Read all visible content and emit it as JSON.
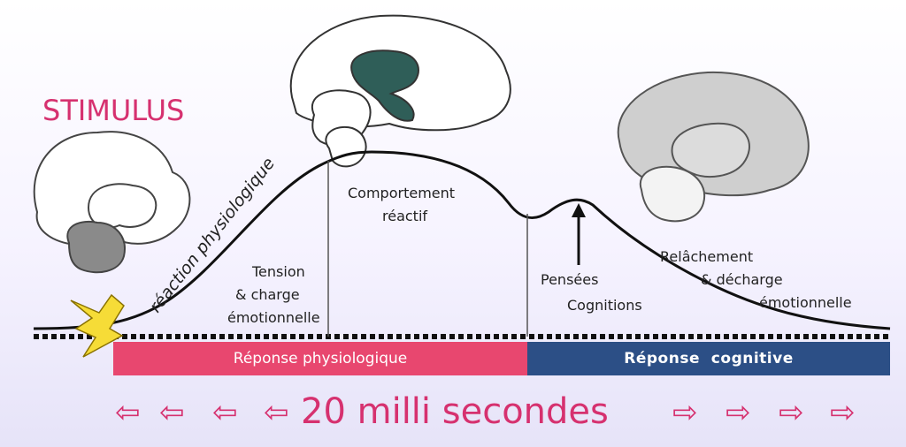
{
  "stimulus_label": "STIMULUS",
  "curve_label": "réaction physiologique",
  "phase1": {
    "line1": "Tension",
    "line2": "& charge",
    "line3": "émotionnelle"
  },
  "phase2": {
    "line1": "Comportement",
    "line2": "réactif"
  },
  "phase3": {
    "line1": "Pensées",
    "line2": "Cognitions"
  },
  "phase4": {
    "line1": "Relâchement",
    "line2": "& décharge",
    "line3": "émotionnelle"
  },
  "bars": {
    "physiological": "Réponse physiologique",
    "cognitive": "Réponse  cognitive"
  },
  "duration": "20 milli secondes",
  "arrows": {
    "left": "⇦",
    "right": "⇨"
  },
  "colors": {
    "accent": "#d6316f",
    "phys_bar": "#e8476f",
    "cog_bar": "#2c4f86",
    "amygdala": "#2f5e58"
  }
}
